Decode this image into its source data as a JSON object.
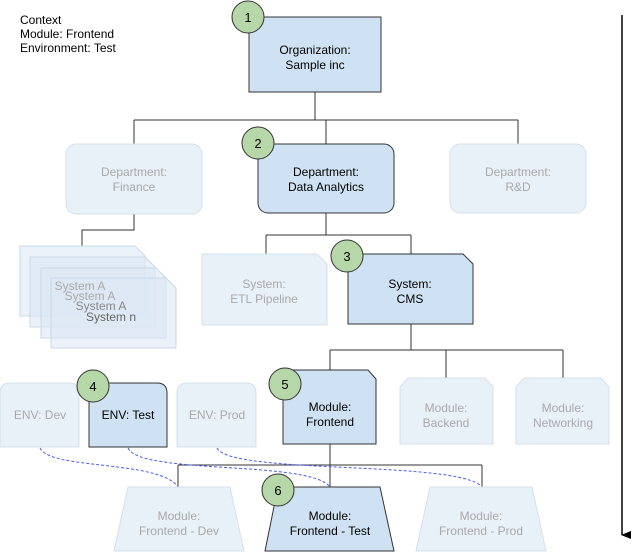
{
  "context": {
    "title": "Context",
    "module": "Module: Frontend",
    "environment": "Environment: Test"
  },
  "colors": {
    "highlight_fill": "#cfe2f3",
    "faded_fill": "#e8f0f8",
    "badge_fill": "#b6d7a8",
    "dashed_link": "#4a5ef0"
  },
  "nodes": {
    "org": {
      "l1": "Organization:",
      "l2": "Sample inc",
      "badge": "1"
    },
    "finance": {
      "l1": "Department:",
      "l2": "Finance"
    },
    "analytics": {
      "l1": "Department:",
      "l2": "Data Analytics",
      "badge": "2"
    },
    "rd": {
      "l1": "Department:",
      "l2": "R&D"
    },
    "stack": [
      "System A",
      "System A",
      "System A",
      "System n"
    ],
    "etl": {
      "l1": "System:",
      "l2": "ETL Pipeline"
    },
    "cms": {
      "l1": "System:",
      "l2": "CMS",
      "badge": "3"
    },
    "env_dev": {
      "l1": "ENV: Dev"
    },
    "env_test": {
      "l1": "ENV: Test",
      "badge": "4"
    },
    "env_prod": {
      "l1": "ENV: Prod"
    },
    "frontend": {
      "l1": "Module:",
      "l2": "Frontend",
      "badge": "5"
    },
    "backend": {
      "l1": "Module:",
      "l2": "Backend"
    },
    "networking": {
      "l1": "Module:",
      "l2": "Networking"
    },
    "fe_dev": {
      "l1": "Module:",
      "l2": "Frontend - Dev"
    },
    "fe_test": {
      "l1": "Module:",
      "l2": "Frontend - Test",
      "badge": "6"
    },
    "fe_prod": {
      "l1": "Module:",
      "l2": "Frontend - Prod"
    }
  }
}
